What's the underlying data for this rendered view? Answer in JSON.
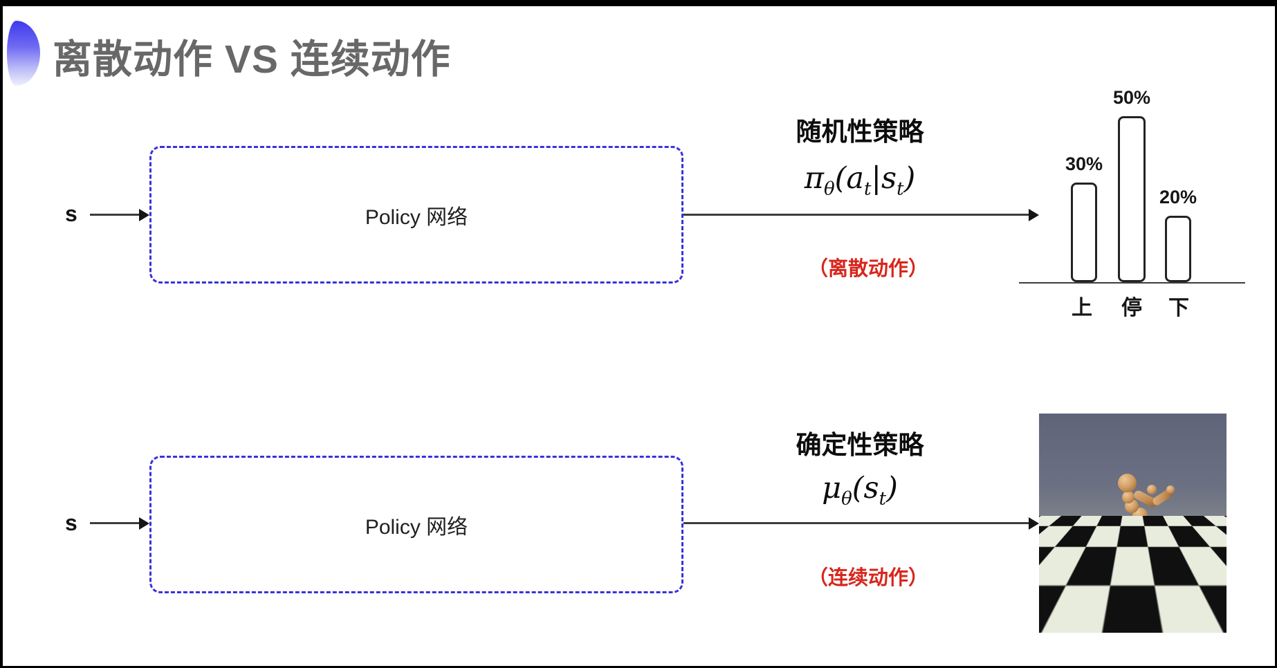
{
  "page": {
    "title": "离散动作 VS 连续动作"
  },
  "colors": {
    "title_gray": "#686868",
    "accent_blue_dash": "#3832d8",
    "bullet_blue_top": "#3f3aee",
    "red_label": "#d7261d",
    "line_black": "#3c3c3c"
  },
  "icons": {
    "bullet": "blue-gradient-semicircle-icon",
    "flow_arrows": "right-arrow"
  },
  "top_flow": {
    "input_label": "s",
    "box_label": "Policy 网络",
    "policy_type": "随机性策略",
    "action_type": "（离散动作）",
    "formula": {
      "base1": "π",
      "sub1": "θ",
      "base2": "(a",
      "sub2": "t",
      "base3": "|s",
      "sub3": "t",
      "base4": ")"
    }
  },
  "bottom_flow": {
    "input_label": "s",
    "box_label": "Policy 网络",
    "policy_type": "确定性策略",
    "action_type": "（连续动作）",
    "formula": {
      "base1": "μ",
      "sub1": "θ",
      "base2": "(s",
      "sub2": "t",
      "base3": ")"
    }
  },
  "chart_data": {
    "type": "bar",
    "title": "",
    "xlabel": "",
    "ylabel": "",
    "categories": [
      "上",
      "停",
      "下"
    ],
    "values": [
      30,
      50,
      20
    ],
    "value_labels": [
      "30%",
      "50%",
      "20%"
    ],
    "ylim": [
      0,
      55
    ],
    "grid": false,
    "legend_position": "none",
    "bar_fill": "#ffffff",
    "bar_border": "#232323",
    "baseline_axis": true
  },
  "media": {
    "simulation_figure": "humanoid-robot-on-checkerboard-floor"
  }
}
